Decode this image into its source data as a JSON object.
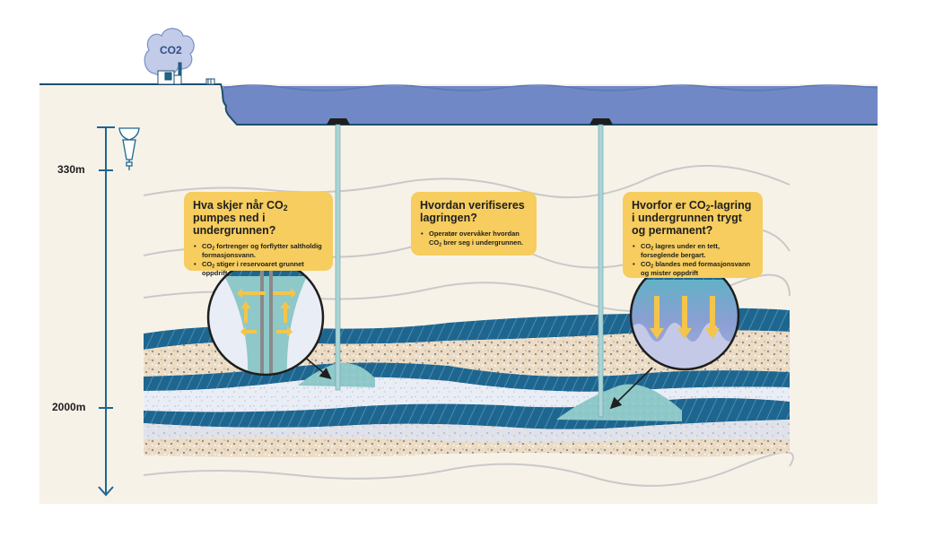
{
  "diagram": {
    "emission_label": "CO2",
    "depth_scale": {
      "marks": [
        {
          "label": "330m",
          "depth_m": 330
        },
        {
          "label": "2000m",
          "depth_m": 2000
        }
      ]
    },
    "cards": [
      {
        "title_before": "Hva skjer når CO",
        "title_sub": "2",
        "title_after": " pumpes ned i undergrunnen?",
        "bullets": [
          {
            "before": "CO",
            "sub": "2",
            "after": " fortrenger og forflytter saltholdig formasjonsvann."
          },
          {
            "before": "CO",
            "sub": "2",
            "after": " stiger i reservoaret grunnet oppdrift."
          }
        ]
      },
      {
        "title_before": "Hvordan verifiseres lagringen?",
        "title_sub": "",
        "title_after": "",
        "bullets": [
          {
            "before": "Operatør overvåker hvordan CO",
            "sub": "2",
            "after": " brer seg i undergrunnen."
          }
        ]
      },
      {
        "title_before": "Hvorfor er CO",
        "title_sub": "2",
        "title_after": "-lagring i undergrunnen trygt og permanent?",
        "bullets": [
          {
            "before": "CO",
            "sub": "2",
            "after": " lagres under en tett, forseglende bergart."
          },
          {
            "before": "CO",
            "sub": "2",
            "after": " blandes med formasjonsvann og mister oppdrift"
          }
        ]
      }
    ],
    "colors": {
      "ground": "#f7f2e8",
      "sea": "#7088c6",
      "layer_blue": "#1d6690",
      "layer_sand": "#ecdcc4",
      "layer_light": "#e9edf6",
      "co2_plume": "#8ec8c8",
      "card": "#f6cd5e",
      "arrow_yellow": "#f4c54a",
      "outline": "#1d4f6e"
    }
  }
}
